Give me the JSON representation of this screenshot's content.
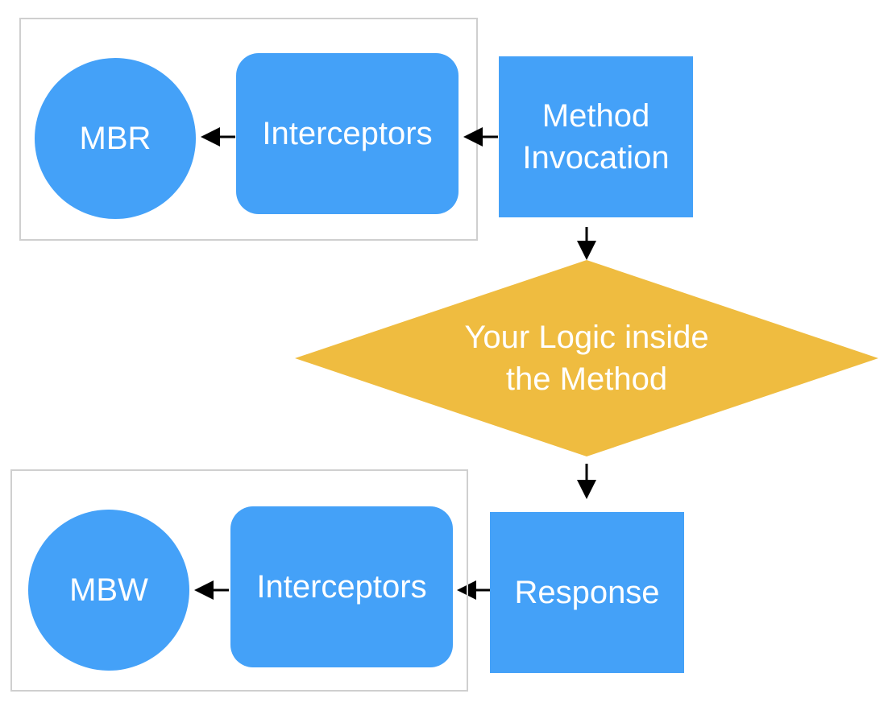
{
  "colors": {
    "blue": "#44a1f8",
    "yellow": "#efbc40",
    "frame_border": "#cfcfcf",
    "arrow": "#000000",
    "text": "#ffffff"
  },
  "top_group": {
    "circle_label": "MBR",
    "interceptors_label": "Interceptors",
    "method_invocation": {
      "line1": "Method",
      "line2": "Invocation"
    }
  },
  "decision": {
    "line1": "Your Logic inside",
    "line2": "the Method"
  },
  "bottom_group": {
    "circle_label": "MBW",
    "interceptors_label": "Interceptors",
    "response_label": "Response"
  }
}
